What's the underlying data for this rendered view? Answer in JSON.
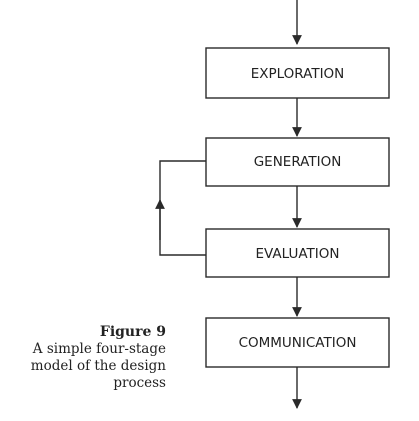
{
  "diagram": {
    "stages": [
      {
        "label": "EXPLORATION"
      },
      {
        "label": "GENERATION"
      },
      {
        "label": "EVALUATION"
      },
      {
        "label": "COMMUNICATION"
      }
    ]
  },
  "caption": {
    "title": "Figure 9",
    "text": "A simple four-stage model of the design process"
  },
  "colors": {
    "stroke": "#2a2a2a",
    "box_fill": "#ffffff",
    "text": "#222222"
  }
}
